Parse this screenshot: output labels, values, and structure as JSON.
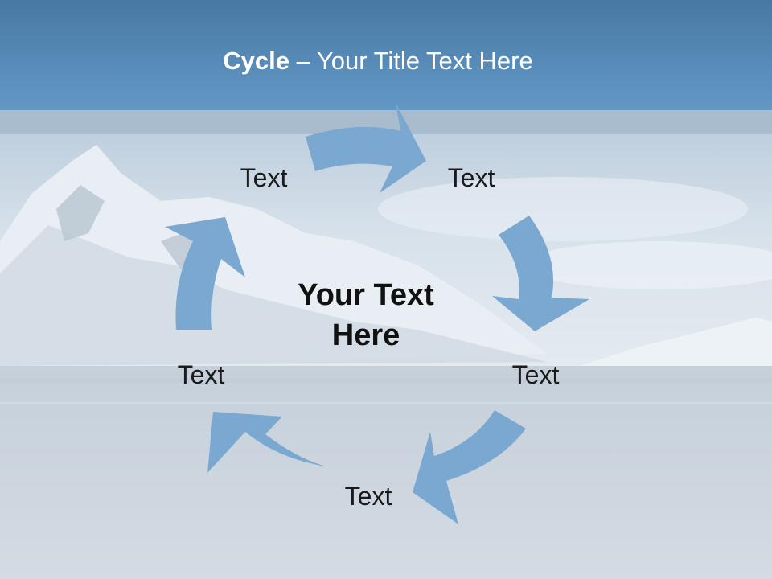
{
  "slide": {
    "title_bold": "Cycle",
    "title_rest": " – Your Title Text Here",
    "center_text_line1": "Your Text",
    "center_text_line2": "Here",
    "nodes": [
      {
        "label": "Text"
      },
      {
        "label": "Text"
      },
      {
        "label": "Text"
      },
      {
        "label": "Text"
      },
      {
        "label": "Text"
      }
    ]
  },
  "colors": {
    "title_bar": "#5a8ebb",
    "arrow_fill": "#7ba8d0",
    "title_text": "#ffffff",
    "body_text": "#111111"
  },
  "icons": [
    "cycle-arrow-icon"
  ]
}
